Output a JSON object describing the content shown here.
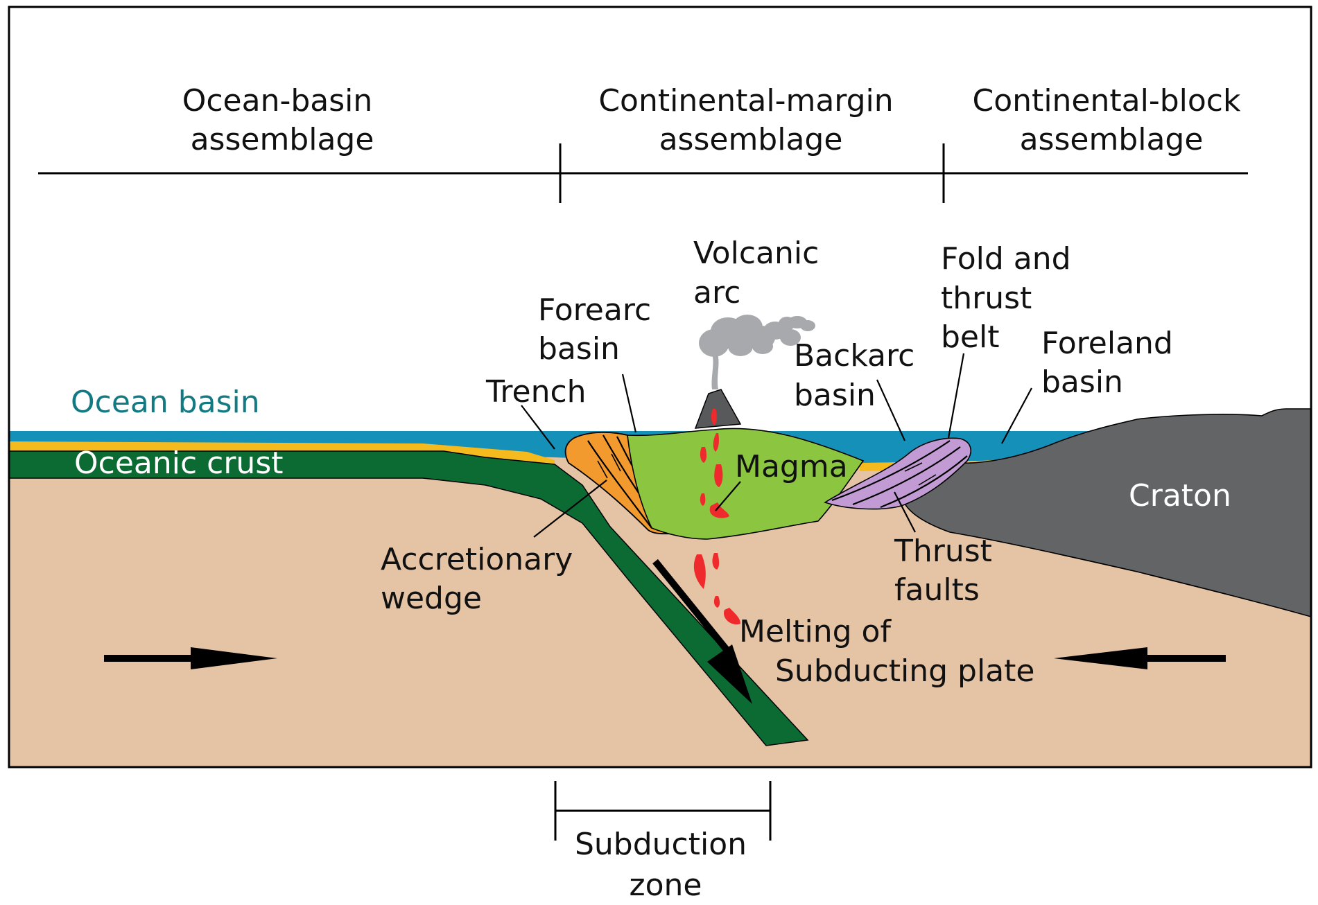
{
  "assemblages": {
    "ocean_basin": [
      "Ocean-basin",
      "assemblage"
    ],
    "continental_margin": [
      "Continental-margin",
      "assemblage"
    ],
    "continental_block": [
      "Continental-block",
      "assemblage"
    ]
  },
  "labels": {
    "volcanic_arc": [
      "Volcanic",
      "arc"
    ],
    "forearc_basin": [
      "Forearc",
      "basin"
    ],
    "trench": "Trench",
    "backarc_basin": [
      "Backarc",
      "basin"
    ],
    "fold_thrust_belt": [
      "Fold and",
      "thrust",
      "belt"
    ],
    "foreland_basin": [
      "Foreland",
      "basin"
    ],
    "ocean_basin": "Ocean basin",
    "oceanic_crust": "Oceanic crust",
    "magma": "Magma",
    "craton": "Craton",
    "accretionary_wedge": [
      "Accretionary",
      "wedge"
    ],
    "thrust_faults": [
      "Thrust",
      "faults"
    ],
    "melting": [
      "Melting of",
      "Subducting plate"
    ],
    "subduction_zone": [
      "Subduction",
      "zone"
    ]
  },
  "colors": {
    "mantle": "#e5c3a5",
    "ocean": "#1590b8",
    "sediment": "#f5bb1e",
    "oceanic_crust": "#0c6b32",
    "accretionary_wedge": "#f39a2e",
    "magma_body": "#8cc640",
    "magma_drop": "#ee2a2c",
    "fold_belt": "#c29bd4",
    "craton": "#636466",
    "volcano": "#58595b",
    "ash": "#a7a9ac"
  }
}
